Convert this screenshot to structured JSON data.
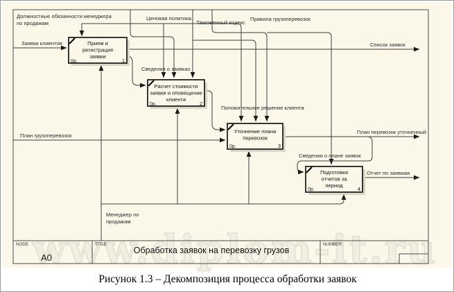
{
  "frame": {
    "node_label": "NODE:",
    "node_value": "A0",
    "title_label": "TITLE:",
    "title_value": "Обработка заявок  на перевозку грузов",
    "number_label": "NUMBER:"
  },
  "caption": "Рисунок 1.3  – Декомпозиция процесса обработки заявок",
  "watermark": "www.diplom-it.ru",
  "boxes": [
    {
      "lines": [
        "Прием и",
        "регистрация",
        "заявки"
      ],
      "cost": "0р.",
      "number": "1"
    },
    {
      "lines": [
        "Расчет стоимости",
        "заявки и оповещение",
        "клиента"
      ],
      "cost": "0р.",
      "number": "2"
    },
    {
      "lines": [
        "Уточнение плана",
        "перевозок"
      ],
      "cost": "0р.",
      "number": "3"
    },
    {
      "lines": [
        "Подготовка",
        "отчетов за",
        "период"
      ],
      "cost": "0р.",
      "number": "4"
    }
  ],
  "arrows": {
    "job_duties_1": "Должностные обязанности менеджера",
    "job_duties_2": "по продажам",
    "pricing_policy": "Ценовая политика",
    "customs_code": "Таможенный кодекс",
    "cargo_rules": "Правила грузоперевозок",
    "client_requests": "Заявки клиентов",
    "requests_list": "Список заявок",
    "requests_info": "Сведения о заявках",
    "client_decision": "Положительное решение клиента",
    "cargo_plan": "План грузоперевозок",
    "updated_plan": "План перевозок уточненный",
    "plan_info": "Сведения о плане заявок",
    "report": "Отчет по заявкам",
    "manager_1": "Менеджер по",
    "manager_2": "продажам"
  },
  "colors": {
    "page": "#FBF7E9",
    "line": "#3C3C3C",
    "box_border": "#141414"
  }
}
